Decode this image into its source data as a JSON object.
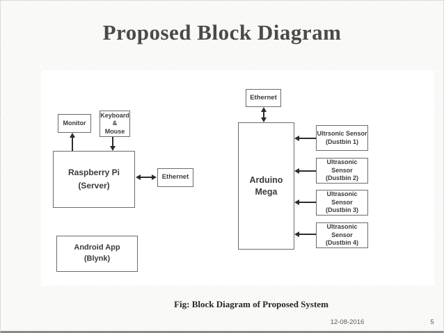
{
  "slide": {
    "title": "Proposed Block Diagram",
    "caption": "Fig: Block Diagram of Proposed System",
    "footer": {
      "date": "12-08-2016",
      "page_number": "5"
    }
  },
  "diagram": {
    "monitor": {
      "label": "Monitor"
    },
    "keyboard_mouse": {
      "line1": "Keyboard",
      "line2": "&",
      "line3": "Mouse"
    },
    "raspberry_pi": {
      "line1": "Raspberry Pi",
      "line2": "(Server)"
    },
    "ethernet_left": {
      "label": "Ethernet"
    },
    "android_app": {
      "line1": "Android App",
      "line2": "(Blynk)"
    },
    "ethernet_top": {
      "label": "Ethernet"
    },
    "arduino": {
      "label": "Arduino Mega"
    },
    "sensor_1": {
      "line1": "Ultrsonic Sensor",
      "line2": "(Dustbin 1)"
    },
    "sensor_2": {
      "line1": "Ultrasonic Sensor",
      "line2": "(Dustbin 2)"
    },
    "sensor_3": {
      "line1": "Ultrasonic Sensor",
      "line2": "(Dustbin 3)"
    },
    "sensor_4": {
      "line1": "Ultrasonic Sensor",
      "line2": "(Dustbin 4)"
    }
  },
  "colors": {
    "slide_background": "#fbfbf9",
    "panel_background": "#ffffff",
    "box_border": "#6a6a6a",
    "box_text": "#3a3a3a",
    "arrow": "#2b2b2b",
    "title_text": "#4a4a4a",
    "caption_text": "#262626",
    "footer_text": "#595959",
    "slide_bottom_border": "#8a8a8a"
  }
}
